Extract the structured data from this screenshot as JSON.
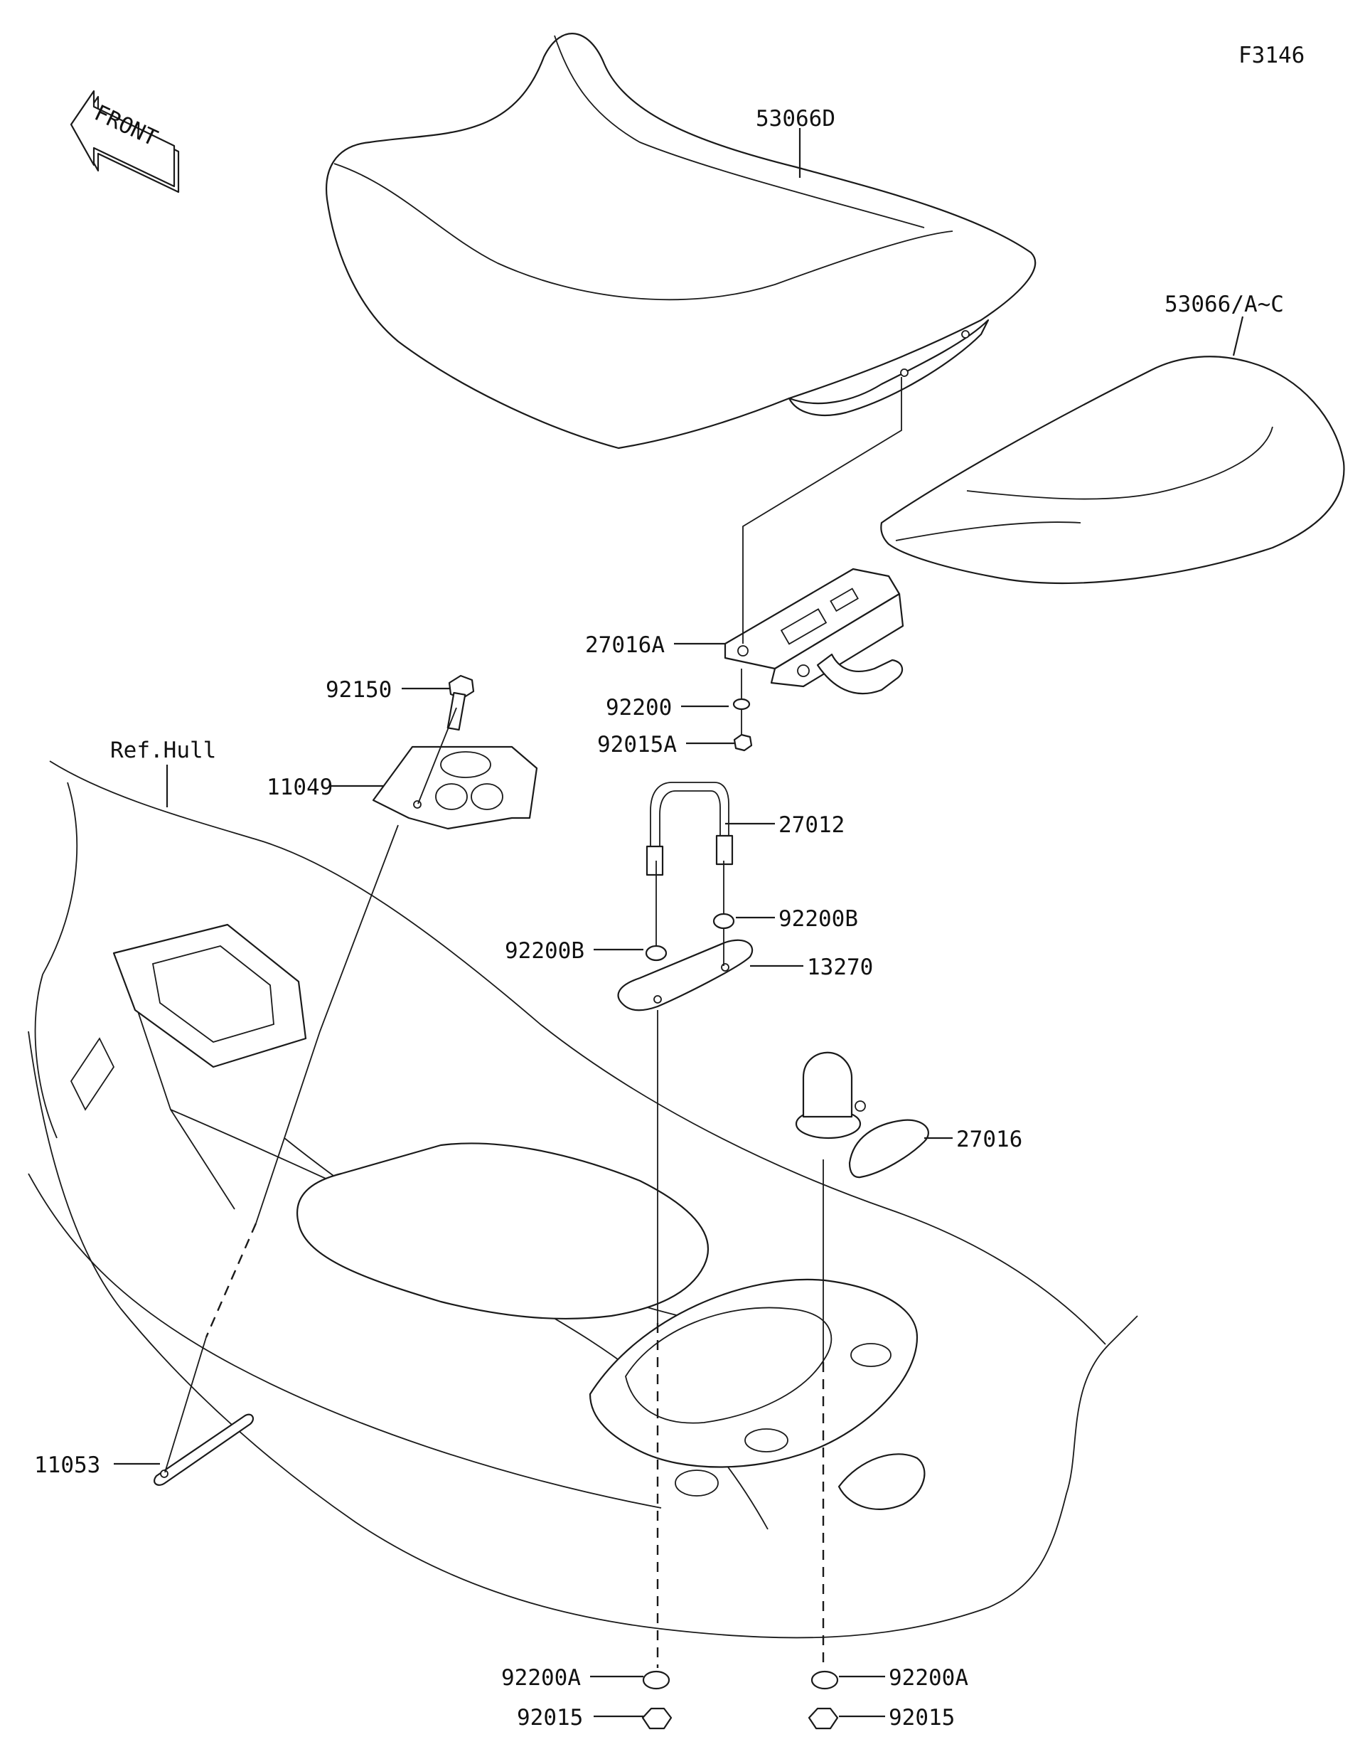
{
  "figure_code": "F3146",
  "front_label": "FRONT",
  "ref_label": "Ref.Hull",
  "callouts": {
    "p53066D": "53066D",
    "p53066AC": "53066/A~C",
    "p27016A": "27016A",
    "p92150": "92150",
    "p92200": "92200",
    "p92015A": "92015A",
    "p11049": "11049",
    "p27012": "27012",
    "p92200B_right": "92200B",
    "p92200B_left": "92200B",
    "p13270": "13270",
    "p27016": "27016",
    "p11053": "11053",
    "p92200A_left": "92200A",
    "p92200A_right": "92200A",
    "p92015_left": "92015",
    "p92015_right": "92015"
  }
}
